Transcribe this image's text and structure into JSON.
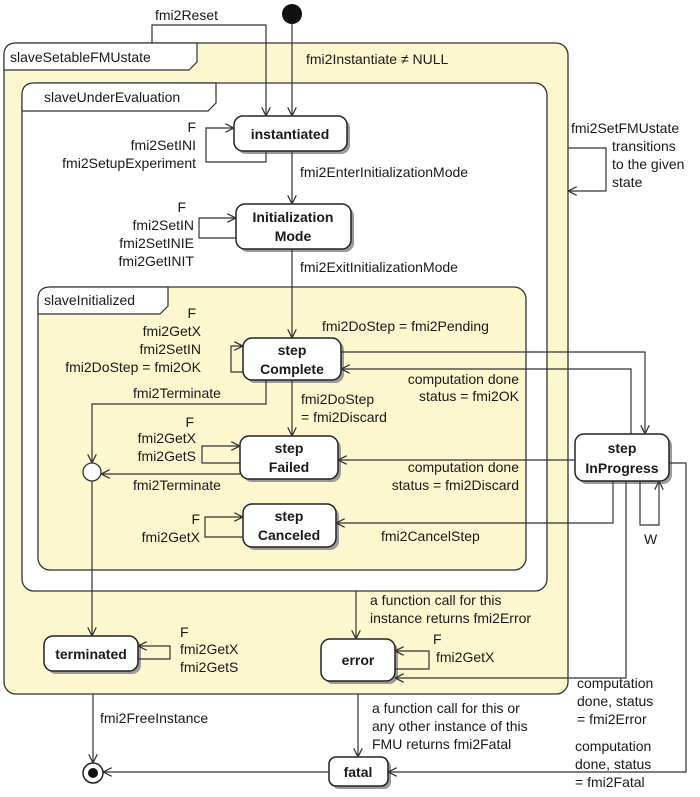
{
  "regions": {
    "outer": "slaveSetableFMUstate",
    "under_evaluation": "slaveUnderEvaluation",
    "initialized": "slaveInitialized"
  },
  "states": {
    "instantiated": [
      "instantiated"
    ],
    "initialization_mode": [
      "Initialization",
      "Mode"
    ],
    "step_complete": [
      "step",
      "Complete"
    ],
    "step_failed": [
      "step",
      "Failed"
    ],
    "step_canceled": [
      "step",
      "Canceled"
    ],
    "step_in_progress": [
      "step",
      "InProgress"
    ],
    "terminated": [
      "terminated"
    ],
    "error": [
      "error"
    ],
    "fatal": [
      "fatal"
    ]
  },
  "transitions": {
    "reset": [
      "fmi2Reset"
    ],
    "instantiate": [
      "fmi2Instantiate ≠ NULL"
    ],
    "instantiated_self": [
      "F",
      "fmi2SetINI",
      "fmi2SetupExperiment"
    ],
    "enter_init": [
      "fmi2EnterInitializationMode"
    ],
    "init_self": [
      "F",
      "fmi2SetIN",
      "fmi2SetINIE",
      "fmi2GetINIT"
    ],
    "exit_init": [
      "fmi2ExitInitializationMode"
    ],
    "complete_self": [
      "F",
      "fmi2GetX",
      "fmi2SetIN",
      "fmi2DoStep = fmi2OK"
    ],
    "do_step_pending": [
      "fmi2DoStep = fmi2Pending"
    ],
    "terminate_from_complete": [
      "fmi2Terminate"
    ],
    "do_step_discard": [
      "fmi2DoStep",
      "= fmi2Discard"
    ],
    "done_ok": [
      "computation done",
      "status = fmi2OK"
    ],
    "failed_self": [
      "F",
      "fmi2GetX",
      "fmi2GetS"
    ],
    "done_discard": [
      "computation done",
      "status = fmi2Discard"
    ],
    "terminate_from_failed": [
      "fmi2Terminate"
    ],
    "canceled_self": [
      "F",
      "fmi2GetX"
    ],
    "cancel_step": [
      "fmi2CancelStep"
    ],
    "in_progress_self": [
      "W"
    ],
    "set_fmu_state": [
      "fmi2SetFMUstate",
      "transitions",
      "to the given",
      "state"
    ],
    "terminated_self": [
      "F",
      "fmi2GetX",
      "fmi2GetS"
    ],
    "returns_error": [
      "a function call for this",
      "instance returns fmi2Error"
    ],
    "error_self": [
      "F",
      "fmi2GetX"
    ],
    "free_instance": [
      "fmi2FreeInstance"
    ],
    "returns_fatal": [
      "a function call for this or",
      "any other instance of this",
      "FMU returns fmi2Fatal"
    ],
    "done_error": [
      "computation",
      "done, status",
      "= fmi2Error"
    ],
    "done_fatal": [
      "computation",
      "done, status",
      "= fmi2Fatal"
    ]
  }
}
